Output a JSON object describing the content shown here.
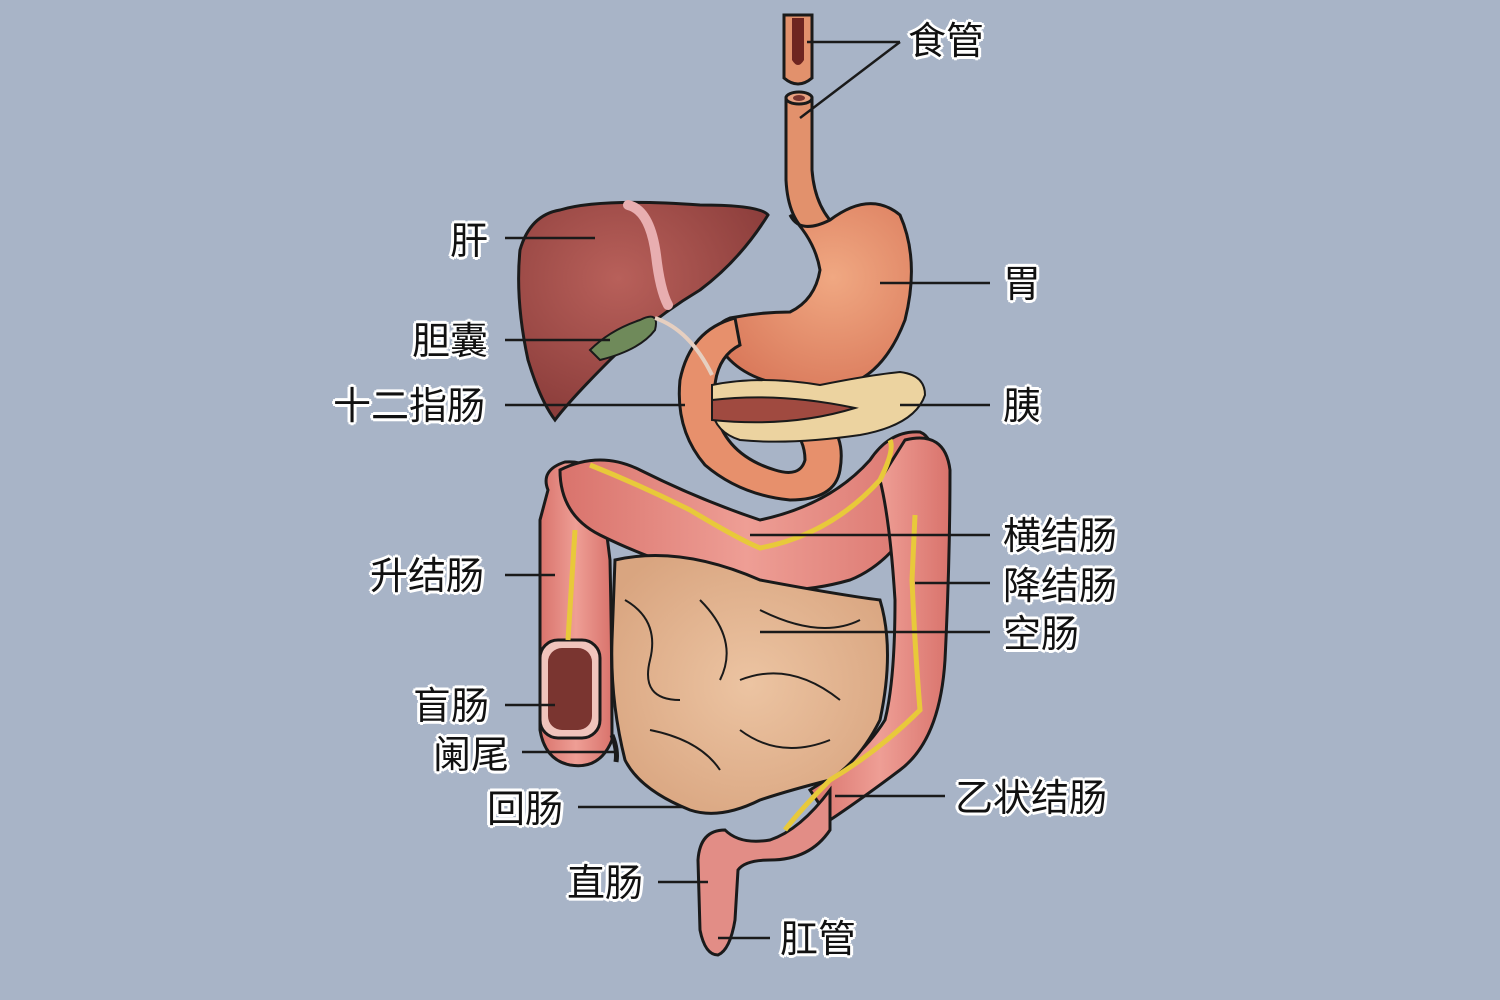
{
  "diagram": {
    "title": "Digestive system anatomy",
    "background_color": "#a8b4c7",
    "colors": {
      "liver": "#9c4a48",
      "stomach": "#e7906c",
      "gallbladder": "#6f8a5a",
      "pancreas": "#ecd3a0",
      "colon": "#e28d86",
      "small_intestine": "#e6b897",
      "vessel": "#e8c93a",
      "cecum_inner": "#7a3530",
      "outline": "#1a1a1a"
    },
    "labels": {
      "esophagus": "食管",
      "liver": "肝",
      "stomach": "胃",
      "gallbladder": "胆囊",
      "duodenum": "十二指肠",
      "pancreas": "胰",
      "transverse_colon": "横结肠",
      "ascending_colon": "升结肠",
      "descending_colon": "降结肠",
      "jejunum": "空肠",
      "cecum": "盲肠",
      "appendix": "阑尾",
      "ileum": "回肠",
      "sigmoid_colon": "乙状结肠",
      "rectum": "直肠",
      "anus": "肛管"
    }
  }
}
